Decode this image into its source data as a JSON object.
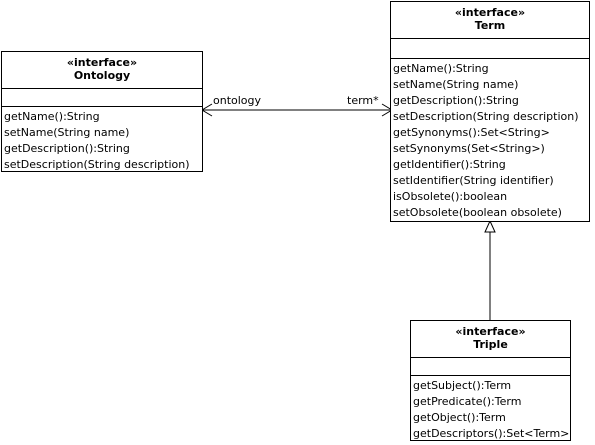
{
  "ontology": {
    "stereotype": "«interface»",
    "name": "Ontology",
    "operations": [
      "getName():String",
      "setName(String name)",
      "getDescription():String",
      "setDescription(String description)"
    ]
  },
  "term": {
    "stereotype": "«interface»",
    "name": "Term",
    "operations": [
      "getName():String",
      "setName(String name)",
      "getDescription():String",
      "setDescription(String description)",
      "getSynonyms():Set<String>",
      "setSynonyms(Set<String>)",
      "getIdentifier():String",
      "setIdentifier(String identifier)",
      "isObsolete():boolean",
      "setObsolete(boolean obsolete)"
    ]
  },
  "triple": {
    "stereotype": "«interface»",
    "name": "Triple",
    "operations": [
      "getSubject():Term",
      "getPredicate():Term",
      "getObject():Term",
      "getDescriptors():Set<Term>"
    ]
  },
  "association": {
    "source_role": "ontology",
    "target_role": "term*"
  }
}
